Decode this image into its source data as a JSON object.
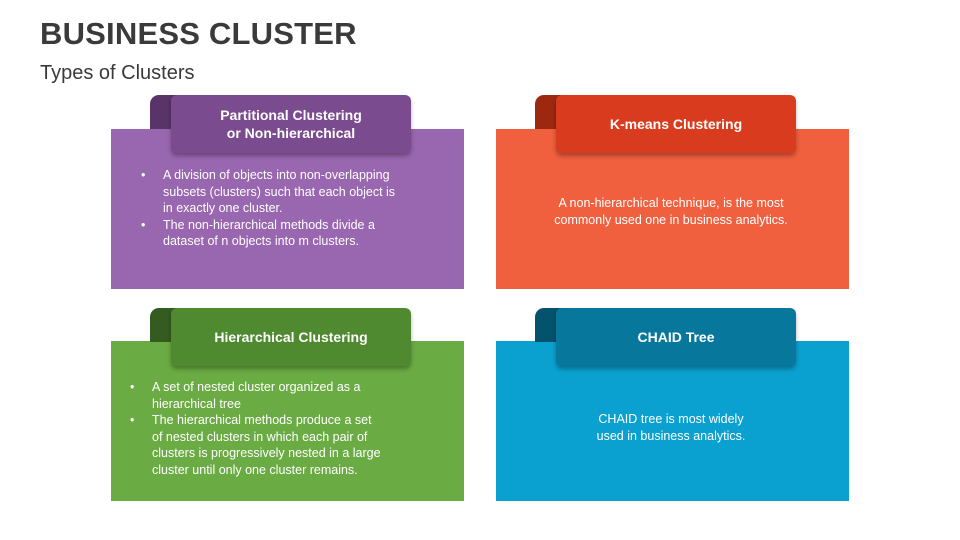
{
  "header": {
    "title": "BUSINESS CLUSTER",
    "subtitle": "Types of Clusters"
  },
  "cards": [
    {
      "tab_line1": "Partitional Clustering",
      "tab_line2": "or Non-hierarchical",
      "bullets": [
        "A division of objects into non-overlapping subsets (clusters) such that each object is in exactly one cluster.",
        "The non-hierarchical methods divide a dataset of n objects into m clusters."
      ],
      "colors": {
        "body": "#9966b0",
        "tab": "#7b4b8f",
        "fold": "#5a3468"
      }
    },
    {
      "tab_line1": "K-means Clustering",
      "text": "A non-hierarchical technique, is the most commonly used one in business analytics.",
      "colors": {
        "body": "#f05f3e",
        "tab": "#d83b1e",
        "fold": "#9c2810"
      }
    },
    {
      "tab_line1": "Hierarchical Clustering",
      "bullets": [
        "A set of nested cluster organized as a hierarchical tree",
        "The hierarchical methods produce a set of nested clusters in which each pair of clusters is progressively nested in a large cluster until only one cluster remains."
      ],
      "colors": {
        "body": "#6aab43",
        "tab": "#4f8a31",
        "fold": "#345c20"
      }
    },
    {
      "tab_line1": "CHAID Tree",
      "text": "CHAID tree is most widely used in business analytics.",
      "colors": {
        "body": "#0aa0cf",
        "tab": "#07779b",
        "fold": "#04536c"
      }
    }
  ]
}
